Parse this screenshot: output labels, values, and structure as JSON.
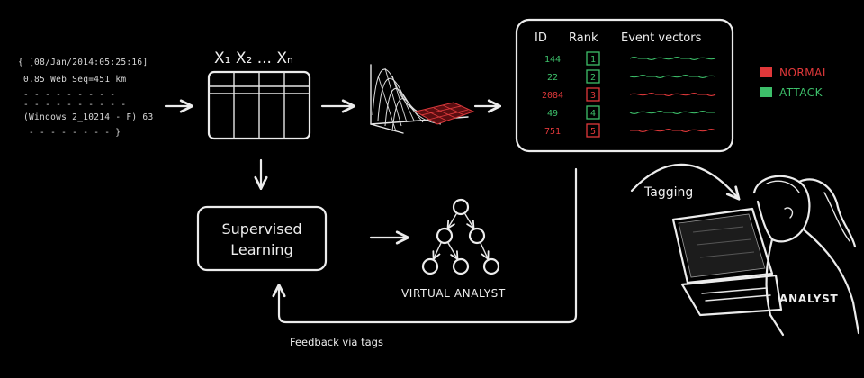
{
  "log_lines": [
    "{ [08/Jan/2014:05:25:16]",
    "0.85 Web Seq=451 km",
    "- - - - - - - - -",
    "- - - - - - - - - -",
    "(Windows 2_10214 - F) 63",
    "- - - - - - - - }"
  ],
  "matrix_header": "X₁ X₂ ... Xₙ",
  "table": {
    "headers": [
      "ID",
      "Rank",
      "Event vectors"
    ],
    "rows": [
      {
        "id": "144",
        "rank": "1",
        "status": "attack"
      },
      {
        "id": "22",
        "rank": "2",
        "status": "attack"
      },
      {
        "id": "2084",
        "rank": "3",
        "status": "normal"
      },
      {
        "id": "49",
        "rank": "4",
        "status": "attack"
      },
      {
        "id": "751",
        "rank": "5",
        "status": "normal"
      }
    ]
  },
  "legend": [
    {
      "label": "NORMAL",
      "color": "#e0383a"
    },
    {
      "label": "ATTACK",
      "color": "#3dbf6a"
    }
  ],
  "supervised_box": {
    "line1": "Supervised",
    "line2": "Learning"
  },
  "virtual_analyst_label": "VIRTUAL ANALYST",
  "tagging_label": "Tagging",
  "analyst_label": "ANALYST",
  "feedback_label": "Feedback via tags",
  "colors": {
    "normal": "#e0383a",
    "attack": "#3dbf6a",
    "chalk": "#ececec"
  }
}
